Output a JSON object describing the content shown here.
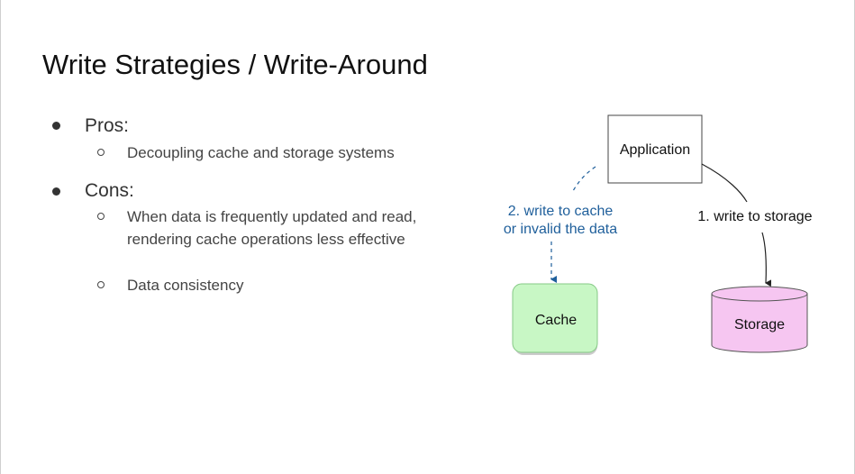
{
  "slide": {
    "title": "Write Strategies / Write-Around"
  },
  "pros": {
    "heading": "Pros:",
    "items": [
      "Decoupling cache and storage systems"
    ]
  },
  "cons": {
    "heading": "Cons:",
    "items": [
      "When data is frequently updated and read, rendering cache operations less effective",
      "Data consistency"
    ]
  },
  "diagram": {
    "application_label": "Application",
    "cache_label": "Cache",
    "storage_label": "Storage",
    "edge_storage_label": "1. write to storage",
    "edge_cache_label_line1": "2. write to cache",
    "edge_cache_label_line2": "or invalid the data",
    "colors": {
      "cache_fill": "#c8f7c5",
      "cache_stroke": "#86c986",
      "storage_fill": "#f6c6f1",
      "storage_stroke": "#555555",
      "edge_cache": "#1f5f9b",
      "edge_storage": "#222222"
    }
  }
}
